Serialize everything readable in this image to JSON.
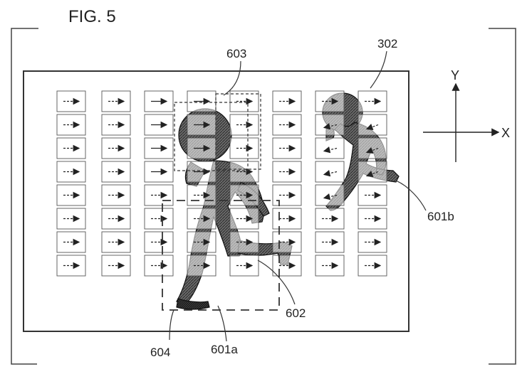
{
  "figure": {
    "title": "FIG. 5",
    "axes": {
      "y_label": "Y",
      "x_label": "X"
    },
    "reference_labels": {
      "region_603": "603",
      "frame_302": "302",
      "person_601b": "601b",
      "region_602": "602",
      "region_604": "604",
      "person_601a": "601a"
    },
    "block_grid": {
      "columns": 8,
      "rows": 8,
      "arrow_glyph": "→",
      "column_directions": [
        "right",
        "right",
        "right-split",
        "right-split",
        "right",
        "right",
        "mixed",
        "mixed"
      ]
    }
  }
}
